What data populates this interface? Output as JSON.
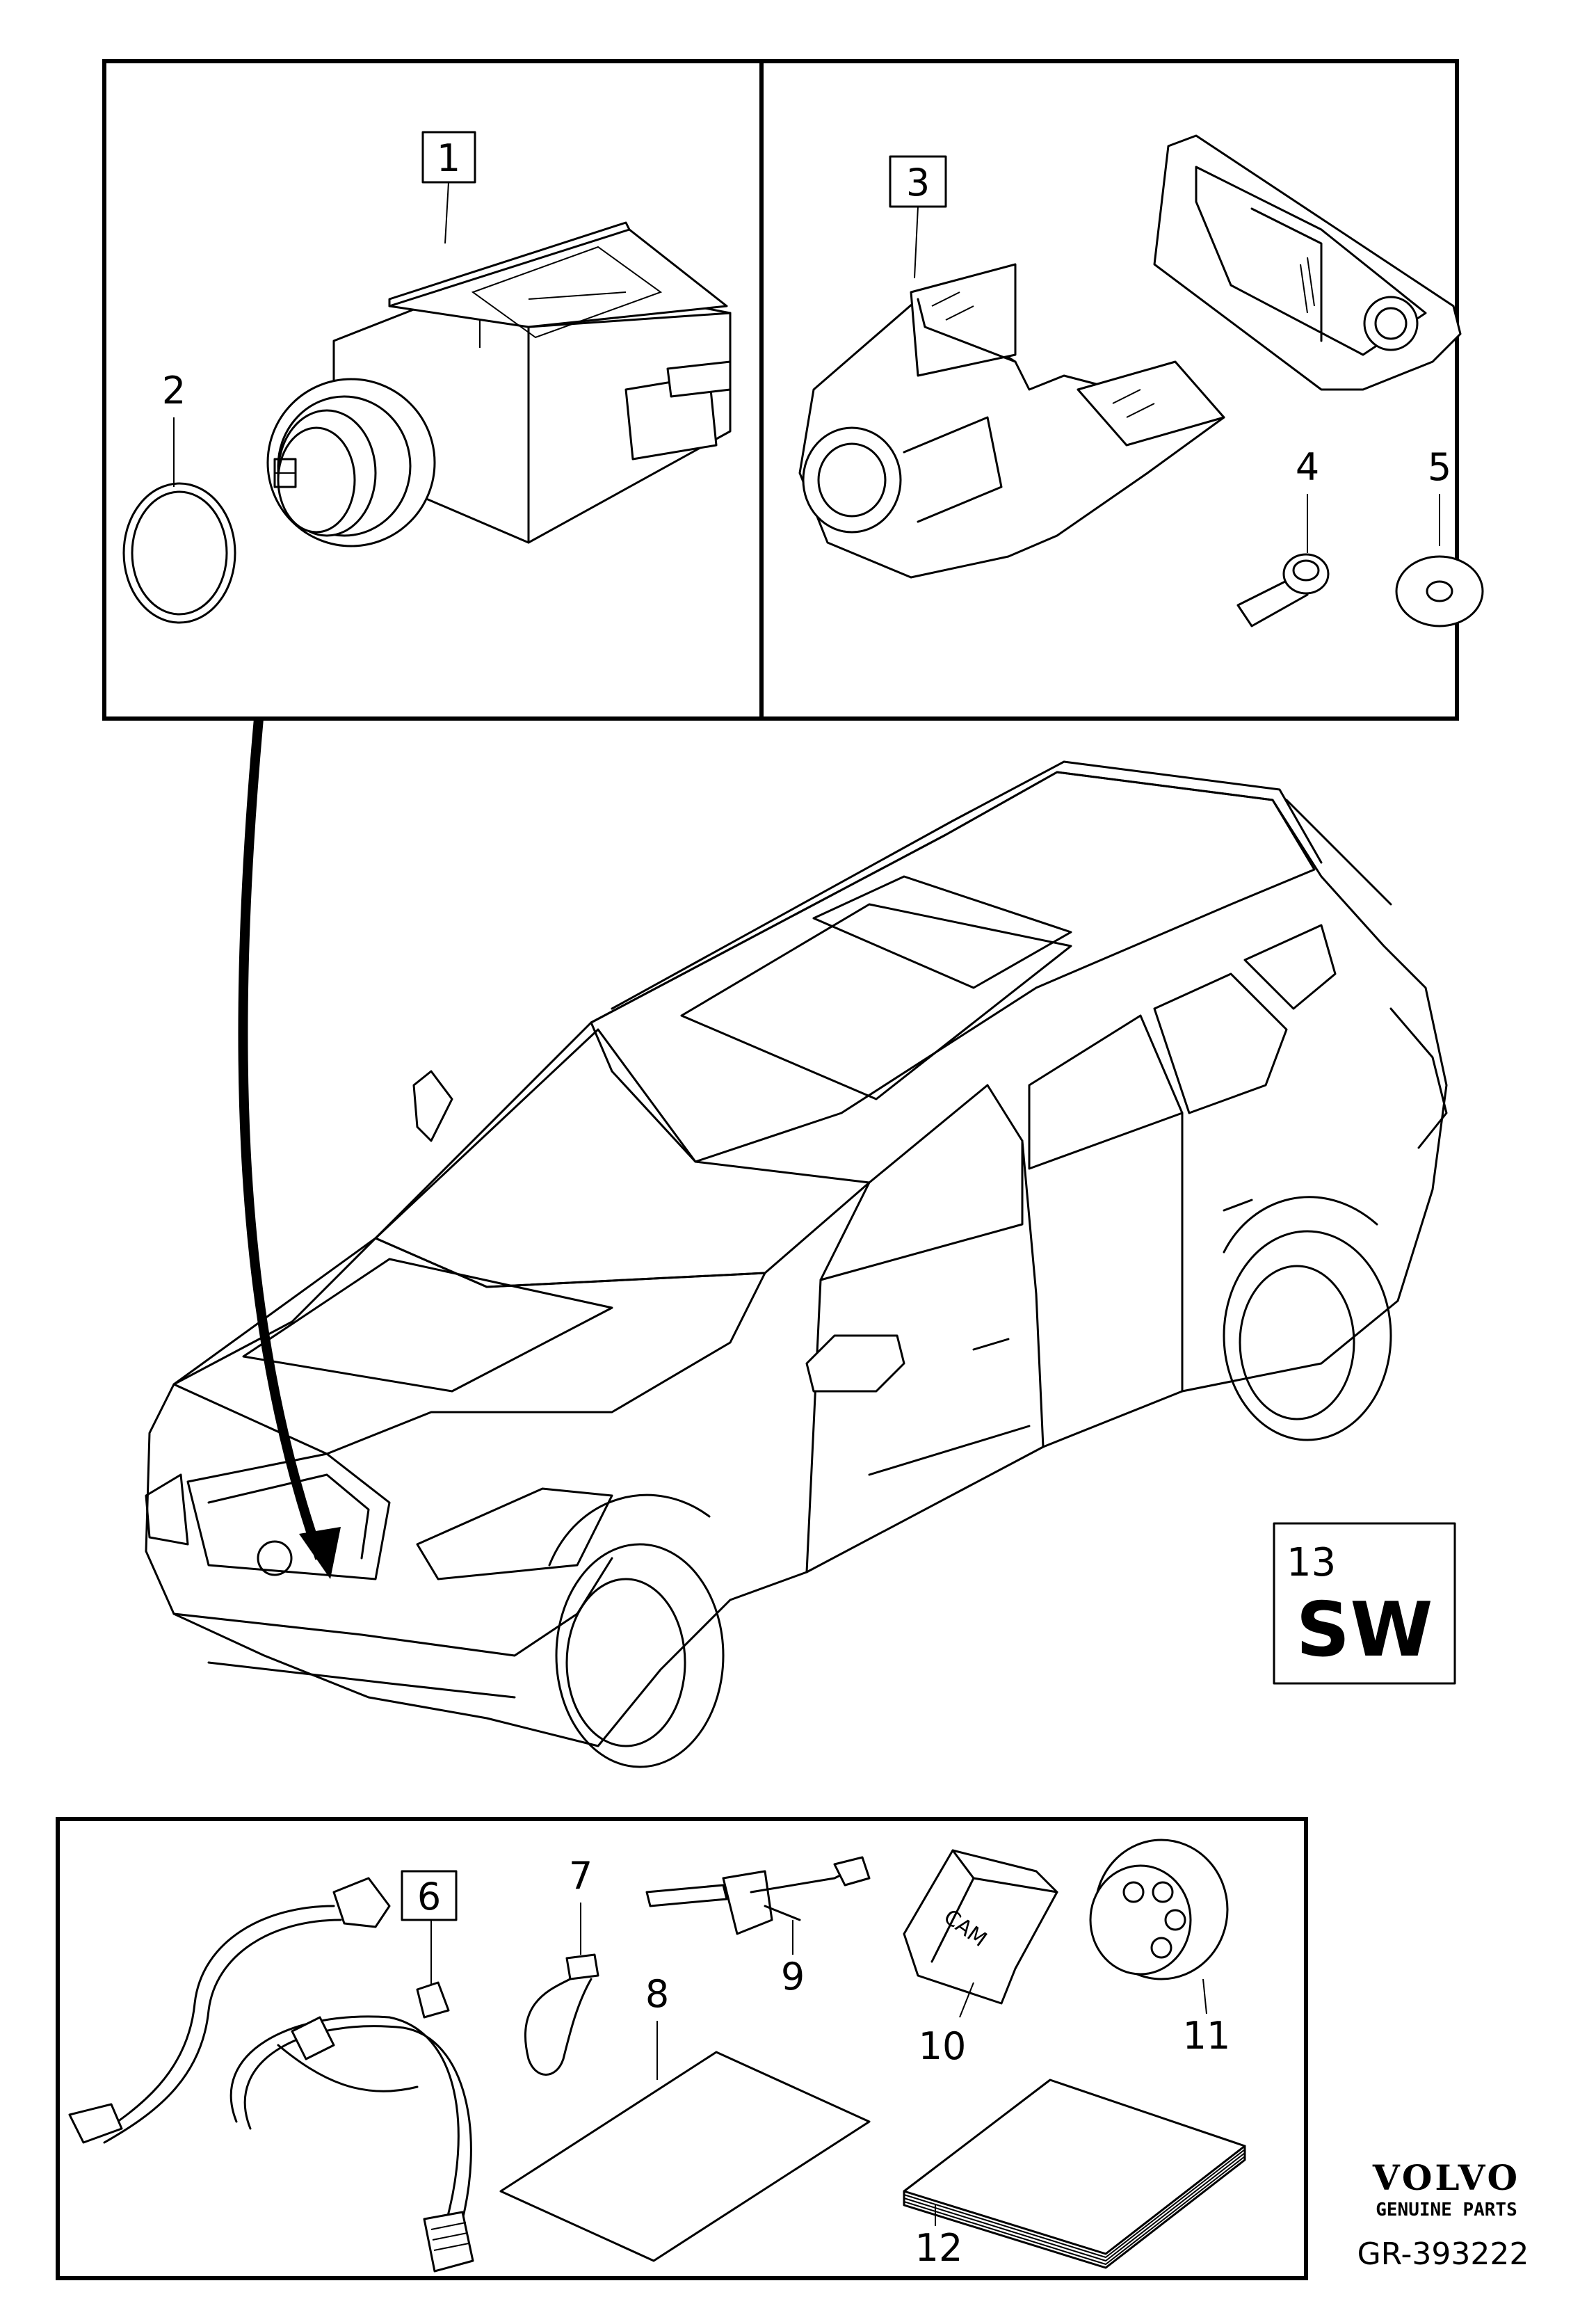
{
  "diagram": {
    "top_panel": {
      "left_parts": {
        "part_1": "1",
        "part_2": "2"
      },
      "right_parts": {
        "part_3": "3",
        "part_4": "4",
        "part_5": "5"
      }
    },
    "bottom_panel": {
      "part_6": "6",
      "part_7": "7",
      "part_8": "8",
      "part_9": "9",
      "part_10": "10",
      "part_11": "11",
      "part_12": "12",
      "cam_label": "CAM"
    },
    "sw_box": {
      "number": "13",
      "code": "SW"
    },
    "branding": {
      "brand": "VOLVO",
      "tagline": "GENUINE PARTS",
      "reference": "GR-393222"
    }
  }
}
